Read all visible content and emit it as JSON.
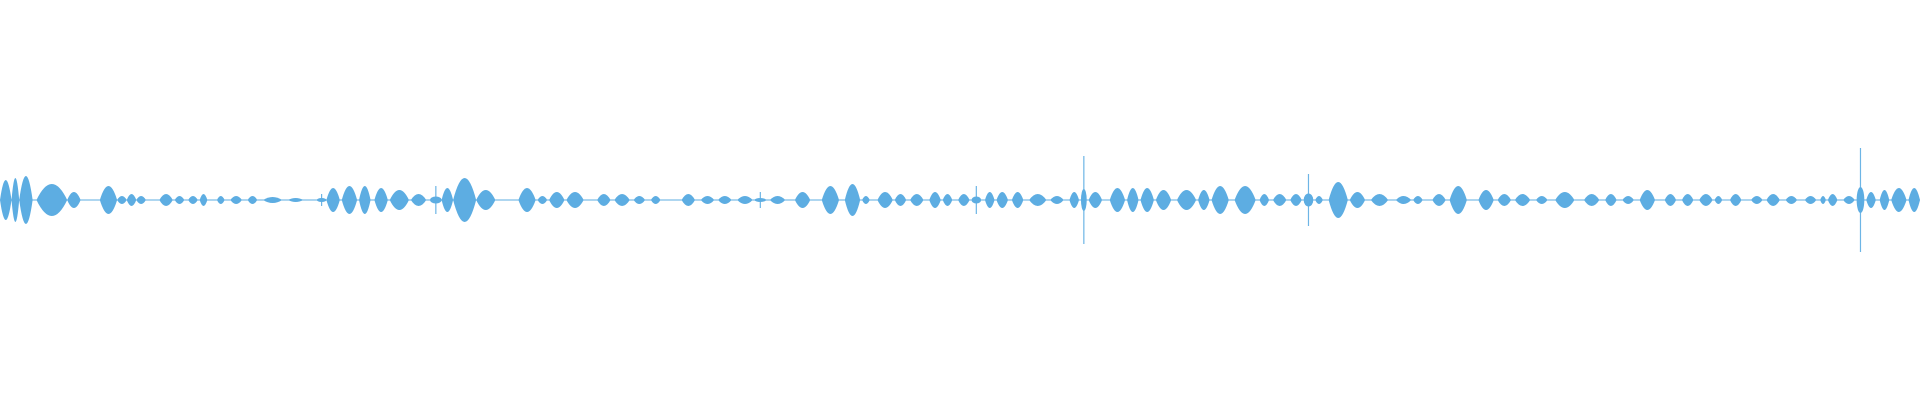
{
  "waveform": {
    "color": "#5DADE2",
    "background": "#FFFFFF",
    "amplitude_scale": 1.0,
    "segments": [
      {
        "start": 0.0,
        "end": 0.006,
        "amp": 0.1,
        "kind": "blob"
      },
      {
        "start": 0.006,
        "end": 0.01,
        "amp": 0.11,
        "kind": "blob"
      },
      {
        "start": 0.01,
        "end": 0.017,
        "amp": 0.12,
        "kind": "blob"
      },
      {
        "start": 0.019,
        "end": 0.035,
        "amp": 0.08,
        "kind": "blob"
      },
      {
        "start": 0.035,
        "end": 0.042,
        "amp": 0.04,
        "kind": "blob"
      },
      {
        "start": 0.052,
        "end": 0.061,
        "amp": 0.07,
        "kind": "blob"
      },
      {
        "start": 0.061,
        "end": 0.066,
        "amp": 0.02,
        "kind": "blob"
      },
      {
        "start": 0.066,
        "end": 0.071,
        "amp": 0.03,
        "kind": "blob"
      },
      {
        "start": 0.071,
        "end": 0.076,
        "amp": 0.02,
        "kind": "blob"
      },
      {
        "start": 0.083,
        "end": 0.09,
        "amp": 0.03,
        "kind": "blob"
      },
      {
        "start": 0.091,
        "end": 0.096,
        "amp": 0.02,
        "kind": "blob"
      },
      {
        "start": 0.098,
        "end": 0.103,
        "amp": 0.02,
        "kind": "blob"
      },
      {
        "start": 0.104,
        "end": 0.108,
        "amp": 0.03,
        "kind": "blob"
      },
      {
        "start": 0.113,
        "end": 0.117,
        "amp": 0.02,
        "kind": "blob"
      },
      {
        "start": 0.12,
        "end": 0.126,
        "amp": 0.02,
        "kind": "blob"
      },
      {
        "start": 0.129,
        "end": 0.134,
        "amp": 0.02,
        "kind": "blob"
      },
      {
        "start": 0.137,
        "end": 0.147,
        "amp": 0.015,
        "kind": "blob"
      },
      {
        "start": 0.15,
        "end": 0.158,
        "amp": 0.01,
        "kind": "blob"
      },
      {
        "start": 0.165,
        "end": 0.17,
        "amp": 0.03,
        "kind": "spike"
      },
      {
        "start": 0.17,
        "end": 0.177,
        "amp": 0.06,
        "kind": "blob"
      },
      {
        "start": 0.178,
        "end": 0.186,
        "amp": 0.07,
        "kind": "blob"
      },
      {
        "start": 0.187,
        "end": 0.193,
        "amp": 0.07,
        "kind": "blob"
      },
      {
        "start": 0.195,
        "end": 0.202,
        "amp": 0.06,
        "kind": "blob"
      },
      {
        "start": 0.203,
        "end": 0.213,
        "amp": 0.05,
        "kind": "blob"
      },
      {
        "start": 0.214,
        "end": 0.222,
        "amp": 0.03,
        "kind": "blob"
      },
      {
        "start": 0.224,
        "end": 0.23,
        "amp": 0.07,
        "kind": "spike"
      },
      {
        "start": 0.23,
        "end": 0.236,
        "amp": 0.06,
        "kind": "blob"
      },
      {
        "start": 0.236,
        "end": 0.248,
        "amp": 0.11,
        "kind": "blob"
      },
      {
        "start": 0.248,
        "end": 0.258,
        "amp": 0.05,
        "kind": "blob"
      },
      {
        "start": 0.27,
        "end": 0.279,
        "amp": 0.06,
        "kind": "blob"
      },
      {
        "start": 0.28,
        "end": 0.285,
        "amp": 0.02,
        "kind": "blob"
      },
      {
        "start": 0.286,
        "end": 0.294,
        "amp": 0.04,
        "kind": "blob"
      },
      {
        "start": 0.295,
        "end": 0.304,
        "amp": 0.04,
        "kind": "blob"
      },
      {
        "start": 0.311,
        "end": 0.318,
        "amp": 0.03,
        "kind": "blob"
      },
      {
        "start": 0.32,
        "end": 0.328,
        "amp": 0.03,
        "kind": "blob"
      },
      {
        "start": 0.33,
        "end": 0.336,
        "amp": 0.02,
        "kind": "blob"
      },
      {
        "start": 0.339,
        "end": 0.344,
        "amp": 0.02,
        "kind": "blob"
      },
      {
        "start": 0.355,
        "end": 0.362,
        "amp": 0.03,
        "kind": "blob"
      },
      {
        "start": 0.365,
        "end": 0.372,
        "amp": 0.02,
        "kind": "blob"
      },
      {
        "start": 0.374,
        "end": 0.381,
        "amp": 0.02,
        "kind": "blob"
      },
      {
        "start": 0.384,
        "end": 0.392,
        "amp": 0.02,
        "kind": "blob"
      },
      {
        "start": 0.393,
        "end": 0.399,
        "amp": 0.04,
        "kind": "spike"
      },
      {
        "start": 0.401,
        "end": 0.409,
        "amp": 0.02,
        "kind": "blob"
      },
      {
        "start": 0.414,
        "end": 0.422,
        "amp": 0.04,
        "kind": "blob"
      },
      {
        "start": 0.428,
        "end": 0.437,
        "amp": 0.07,
        "kind": "blob"
      },
      {
        "start": 0.44,
        "end": 0.448,
        "amp": 0.08,
        "kind": "blob"
      },
      {
        "start": 0.449,
        "end": 0.453,
        "amp": 0.02,
        "kind": "blob"
      },
      {
        "start": 0.457,
        "end": 0.465,
        "amp": 0.04,
        "kind": "blob"
      },
      {
        "start": 0.466,
        "end": 0.472,
        "amp": 0.03,
        "kind": "blob"
      },
      {
        "start": 0.474,
        "end": 0.481,
        "amp": 0.03,
        "kind": "blob"
      },
      {
        "start": 0.484,
        "end": 0.49,
        "amp": 0.04,
        "kind": "blob"
      },
      {
        "start": 0.491,
        "end": 0.496,
        "amp": 0.03,
        "kind": "blob"
      },
      {
        "start": 0.499,
        "end": 0.505,
        "amp": 0.03,
        "kind": "blob"
      },
      {
        "start": 0.506,
        "end": 0.511,
        "amp": 0.07,
        "kind": "spike"
      },
      {
        "start": 0.513,
        "end": 0.518,
        "amp": 0.04,
        "kind": "blob"
      },
      {
        "start": 0.519,
        "end": 0.525,
        "amp": 0.04,
        "kind": "blob"
      },
      {
        "start": 0.527,
        "end": 0.533,
        "amp": 0.04,
        "kind": "blob"
      },
      {
        "start": 0.536,
        "end": 0.545,
        "amp": 0.03,
        "kind": "blob"
      },
      {
        "start": 0.547,
        "end": 0.554,
        "amp": 0.02,
        "kind": "blob"
      },
      {
        "start": 0.557,
        "end": 0.562,
        "amp": 0.04,
        "kind": "blob"
      },
      {
        "start": 0.563,
        "end": 0.566,
        "amp": 0.22,
        "kind": "spike"
      },
      {
        "start": 0.567,
        "end": 0.574,
        "amp": 0.04,
        "kind": "blob"
      },
      {
        "start": 0.578,
        "end": 0.586,
        "amp": 0.06,
        "kind": "blob"
      },
      {
        "start": 0.587,
        "end": 0.593,
        "amp": 0.06,
        "kind": "blob"
      },
      {
        "start": 0.594,
        "end": 0.601,
        "amp": 0.06,
        "kind": "blob"
      },
      {
        "start": 0.602,
        "end": 0.61,
        "amp": 0.05,
        "kind": "blob"
      },
      {
        "start": 0.613,
        "end": 0.623,
        "amp": 0.05,
        "kind": "blob"
      },
      {
        "start": 0.624,
        "end": 0.63,
        "amp": 0.05,
        "kind": "blob"
      },
      {
        "start": 0.631,
        "end": 0.64,
        "amp": 0.07,
        "kind": "blob"
      },
      {
        "start": 0.643,
        "end": 0.654,
        "amp": 0.07,
        "kind": "blob"
      },
      {
        "start": 0.656,
        "end": 0.661,
        "amp": 0.03,
        "kind": "blob"
      },
      {
        "start": 0.663,
        "end": 0.67,
        "amp": 0.03,
        "kind": "blob"
      },
      {
        "start": 0.672,
        "end": 0.678,
        "amp": 0.03,
        "kind": "blob"
      },
      {
        "start": 0.679,
        "end": 0.684,
        "amp": 0.13,
        "kind": "spike"
      },
      {
        "start": 0.685,
        "end": 0.689,
        "amp": 0.02,
        "kind": "blob"
      },
      {
        "start": 0.692,
        "end": 0.702,
        "amp": 0.09,
        "kind": "blob"
      },
      {
        "start": 0.703,
        "end": 0.711,
        "amp": 0.04,
        "kind": "blob"
      },
      {
        "start": 0.714,
        "end": 0.723,
        "amp": 0.03,
        "kind": "blob"
      },
      {
        "start": 0.727,
        "end": 0.735,
        "amp": 0.02,
        "kind": "blob"
      },
      {
        "start": 0.736,
        "end": 0.741,
        "amp": 0.02,
        "kind": "blob"
      },
      {
        "start": 0.746,
        "end": 0.753,
        "amp": 0.03,
        "kind": "blob"
      },
      {
        "start": 0.755,
        "end": 0.764,
        "amp": 0.07,
        "kind": "blob"
      },
      {
        "start": 0.77,
        "end": 0.778,
        "amp": 0.05,
        "kind": "blob"
      },
      {
        "start": 0.78,
        "end": 0.787,
        "amp": 0.03,
        "kind": "blob"
      },
      {
        "start": 0.789,
        "end": 0.797,
        "amp": 0.03,
        "kind": "blob"
      },
      {
        "start": 0.8,
        "end": 0.806,
        "amp": 0.02,
        "kind": "blob"
      },
      {
        "start": 0.81,
        "end": 0.82,
        "amp": 0.04,
        "kind": "blob"
      },
      {
        "start": 0.825,
        "end": 0.833,
        "amp": 0.03,
        "kind": "blob"
      },
      {
        "start": 0.836,
        "end": 0.842,
        "amp": 0.03,
        "kind": "blob"
      },
      {
        "start": 0.845,
        "end": 0.851,
        "amp": 0.02,
        "kind": "blob"
      },
      {
        "start": 0.854,
        "end": 0.862,
        "amp": 0.05,
        "kind": "blob"
      },
      {
        "start": 0.867,
        "end": 0.873,
        "amp": 0.03,
        "kind": "blob"
      },
      {
        "start": 0.876,
        "end": 0.882,
        "amp": 0.03,
        "kind": "blob"
      },
      {
        "start": 0.885,
        "end": 0.892,
        "amp": 0.03,
        "kind": "blob"
      },
      {
        "start": 0.893,
        "end": 0.897,
        "amp": 0.02,
        "kind": "blob"
      },
      {
        "start": 0.901,
        "end": 0.907,
        "amp": 0.03,
        "kind": "blob"
      },
      {
        "start": 0.912,
        "end": 0.918,
        "amp": 0.02,
        "kind": "blob"
      },
      {
        "start": 0.92,
        "end": 0.927,
        "amp": 0.03,
        "kind": "blob"
      },
      {
        "start": 0.93,
        "end": 0.936,
        "amp": 0.02,
        "kind": "blob"
      },
      {
        "start": 0.94,
        "end": 0.946,
        "amp": 0.02,
        "kind": "blob"
      },
      {
        "start": 0.948,
        "end": 0.951,
        "amp": 0.02,
        "kind": "blob"
      },
      {
        "start": 0.952,
        "end": 0.957,
        "amp": 0.03,
        "kind": "blob"
      },
      {
        "start": 0.96,
        "end": 0.966,
        "amp": 0.02,
        "kind": "blob"
      },
      {
        "start": 0.967,
        "end": 0.971,
        "amp": 0.26,
        "kind": "spike"
      },
      {
        "start": 0.972,
        "end": 0.977,
        "amp": 0.04,
        "kind": "blob"
      },
      {
        "start": 0.979,
        "end": 0.984,
        "amp": 0.05,
        "kind": "blob"
      },
      {
        "start": 0.985,
        "end": 0.993,
        "amp": 0.06,
        "kind": "blob"
      },
      {
        "start": 0.994,
        "end": 1.0,
        "amp": 0.06,
        "kind": "blob"
      }
    ]
  }
}
